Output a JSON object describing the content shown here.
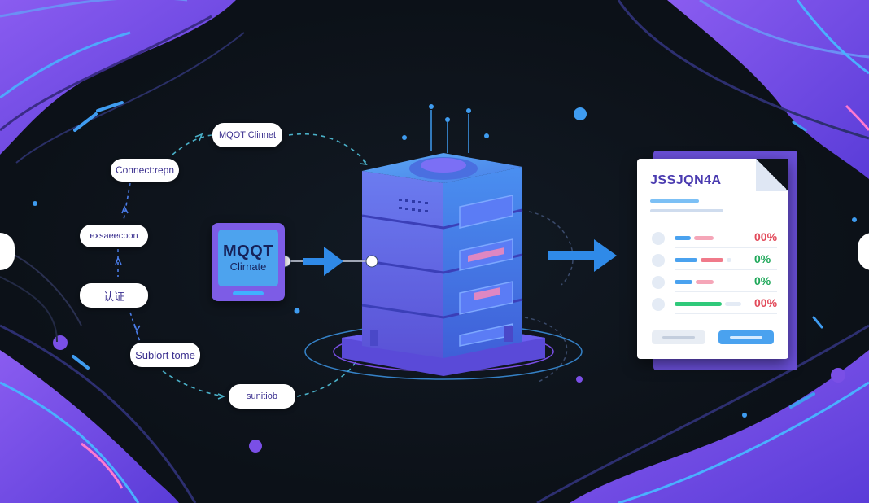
{
  "labels": {
    "mqtt_client": "MQOT Clinnet",
    "connect": "Connect:repn",
    "exsaecpon": "exsaeecpon",
    "auth": "认证",
    "sublort": "Sublort tome",
    "sunitiob": "sunitiob"
  },
  "mqtt_card": {
    "title": "MQQT",
    "subtitle": "Clirnate"
  },
  "document": {
    "title": "JSSJQN4A",
    "rows": [
      {
        "value": "00%",
        "color": "#e24a5a"
      },
      {
        "value": "0%",
        "color": "#1fa85a"
      },
      {
        "value": "0%",
        "color": "#1fa85a"
      },
      {
        "value": "00%",
        "color": "#e24a5a"
      }
    ]
  },
  "colors": {
    "accent_purple": "#7d5ce6",
    "accent_blue": "#3f9cf0",
    "background": "#0d1219"
  },
  "icons": {
    "left_nav": "left-nav-circle-icon",
    "right_nav": "right-nav-circle-icon",
    "server": "server-stack-icon",
    "arrow": "right-arrow-icon",
    "document": "json-document-icon"
  }
}
